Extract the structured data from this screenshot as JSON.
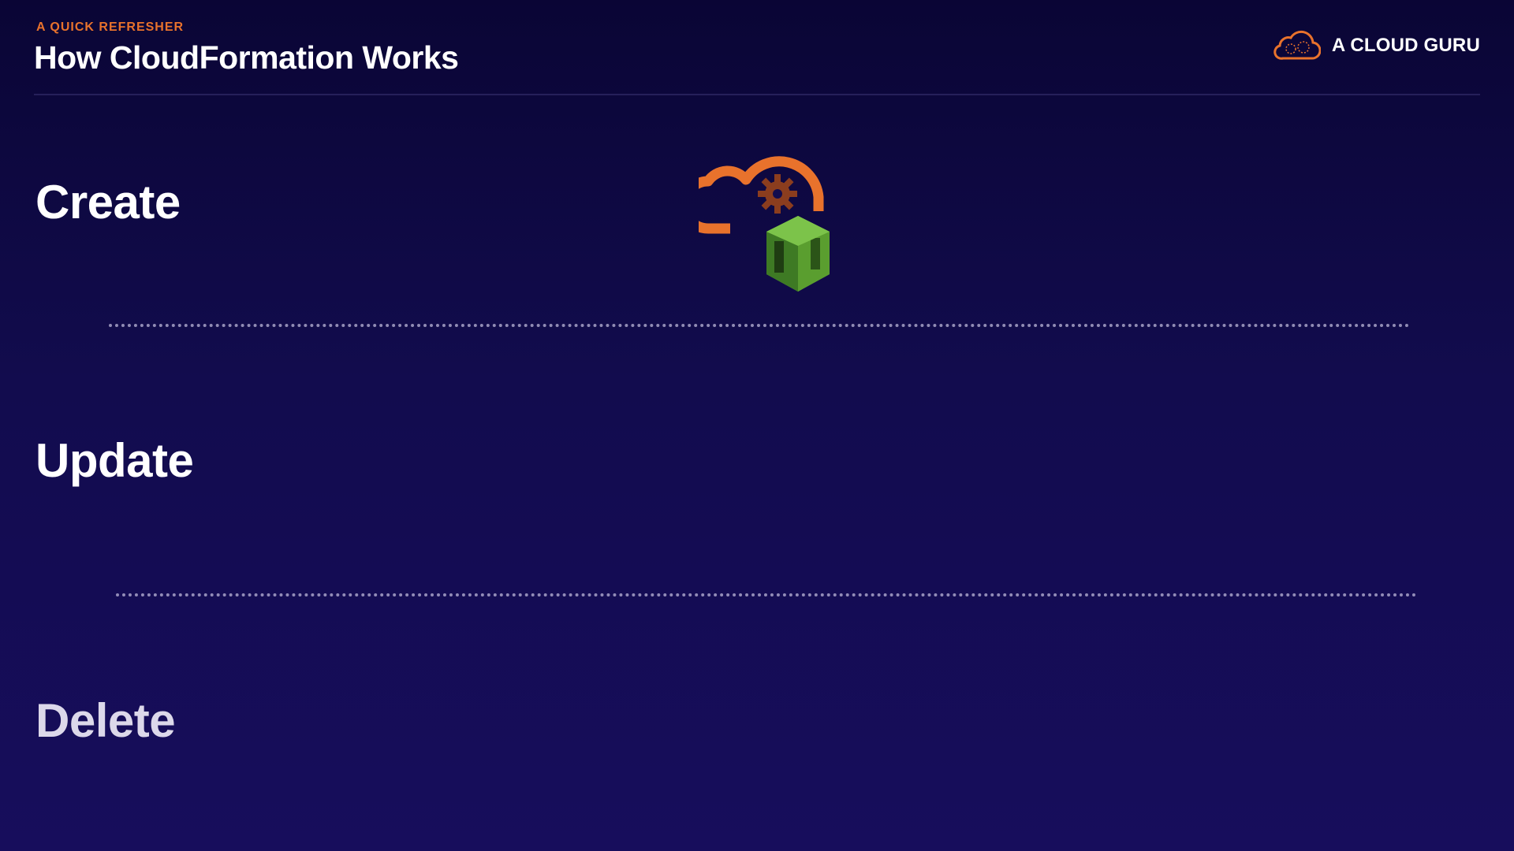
{
  "header": {
    "eyebrow": "A QUICK REFRESHER",
    "title": "How CloudFormation Works"
  },
  "brand": {
    "name": "A CLOUD GURU",
    "logo_icon": "cloud-logo-icon"
  },
  "steps": [
    {
      "label": "Create"
    },
    {
      "label": "Update"
    },
    {
      "label": "Delete"
    }
  ],
  "icons": {
    "hero": "cloudformation-icon"
  },
  "colors": {
    "accent": "#e8722c",
    "background": "#120c4e",
    "text": "#ffffff",
    "cloudformation_green": "#5a9e2f"
  }
}
